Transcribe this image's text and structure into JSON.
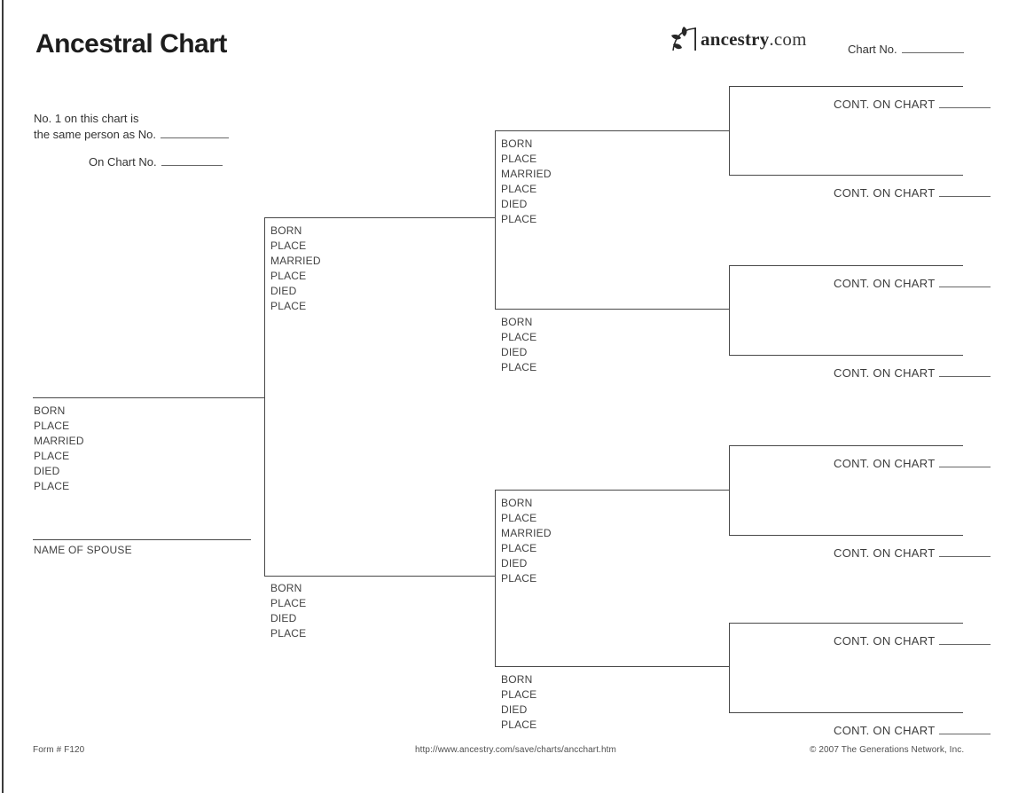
{
  "page": {
    "title": "Ancestral Chart",
    "logo": {
      "icon": "leaf-branch-icon",
      "name": "ancestry",
      "suffix": ".com"
    },
    "chart_no_label": "Chart No.",
    "note": {
      "line1": "No. 1 on this chart is",
      "line2": "the same person as No.",
      "on_chart": "On Chart No."
    }
  },
  "fields": {
    "full": [
      "BORN",
      "PLACE",
      "MARRIED",
      "PLACE",
      "DIED",
      "PLACE"
    ],
    "short": [
      "BORN",
      "PLACE",
      "DIED",
      "PLACE"
    ],
    "spouse": "NAME OF SPOUSE",
    "cont": "CONT. ON CHART"
  },
  "footer": {
    "form_no": "Form # F120",
    "url": "http://www.ancestry.com/save/charts/ancchart.htm",
    "copyright": "© 2007 The Generations Network, Inc."
  },
  "colors": {
    "line": "#484848",
    "text": "#424242",
    "title": "#1d1d1d"
  }
}
